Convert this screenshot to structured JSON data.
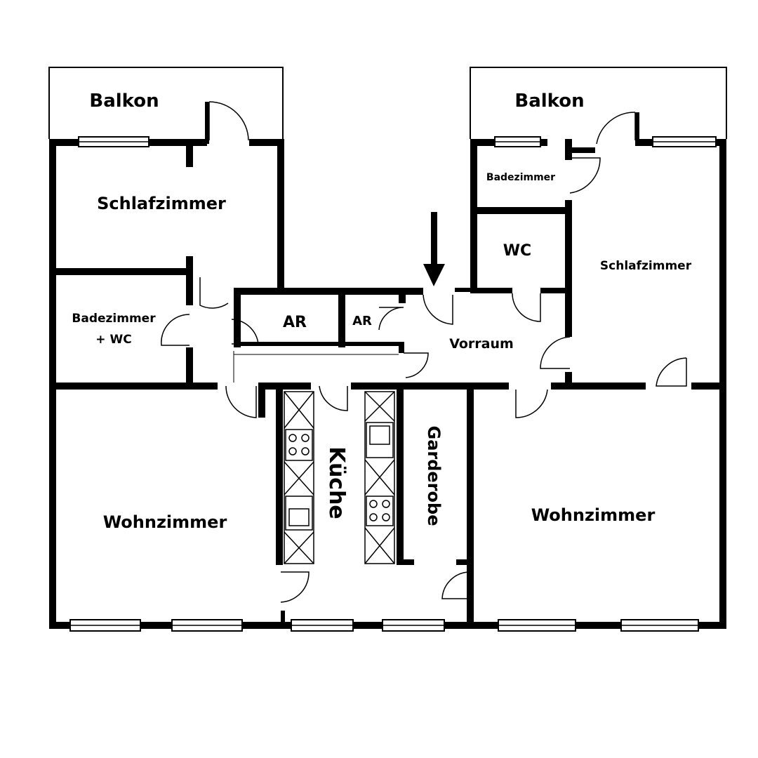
{
  "colors": {
    "wall": "#000000",
    "background": "#ffffff"
  },
  "rooms": {
    "balkon_left": "Balkon",
    "balkon_right": "Balkon",
    "schlafzimmer_left": "Schlafzimmer",
    "schlafzimmer_right": "Schlafzimmer",
    "badezimmer_wc_line1": "Badezimmer",
    "badezimmer_wc_line2": "+ WC",
    "badezimmer_right": "Badezimmer",
    "wc": "WC",
    "ar_1": "AR",
    "ar_2": "AR",
    "vorraum": "Vorraum",
    "kueche": "Küche",
    "garderobe": "Garderobe",
    "wohnzimmer_left": "Wohnzimmer",
    "wohnzimmer_right": "Wohnzimmer"
  },
  "icons": {
    "entrance": "entrance-arrow-icon"
  }
}
